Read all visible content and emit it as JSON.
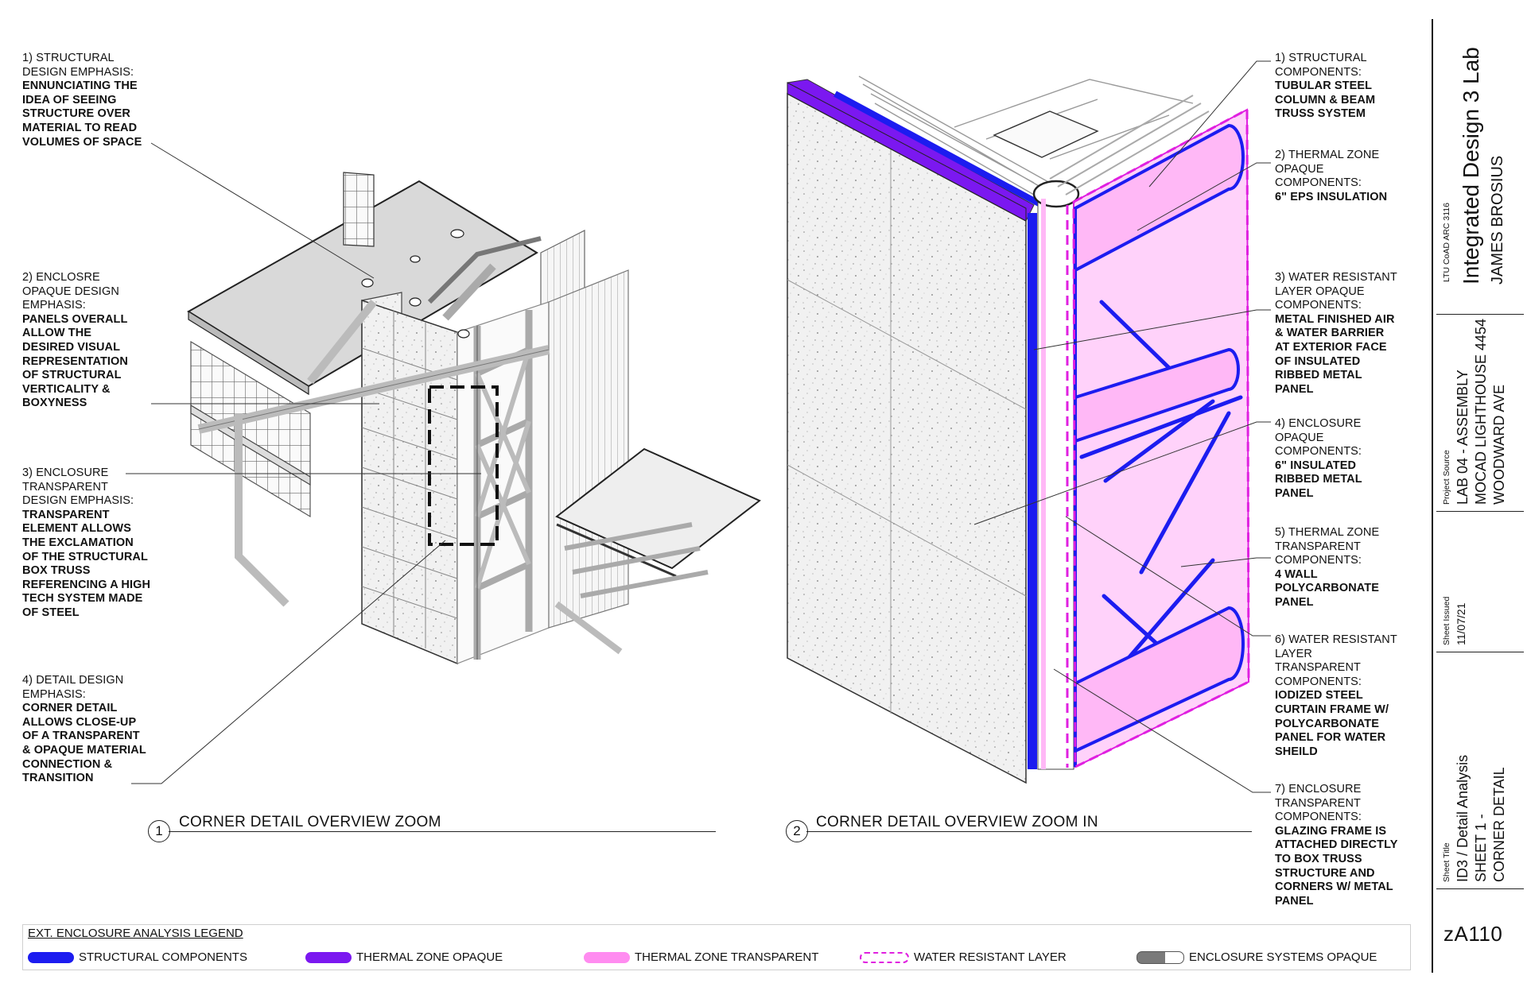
{
  "left_notes": [
    {
      "head": [
        "1) STRUCTURAL",
        "DESIGN EMPHASIS:"
      ],
      "body": [
        "ENNUNCIATING THE",
        "IDEA OF SEEING",
        "STRUCTURE OVER",
        "MATERIAL TO READ",
        "VOLUMES OF SPACE"
      ]
    },
    {
      "head": [
        "2) ENCLOSRE",
        "OPAQUE DESIGN",
        "EMPHASIS:"
      ],
      "body": [
        "PANELS OVERALL",
        "ALLOW THE",
        "DESIRED VISUAL",
        "REPRESENTATION",
        "OF STRUCTURAL",
        "VERTICALITY &",
        "BOXYNESS"
      ]
    },
    {
      "head": [
        "3) ENCLOSURE",
        "TRANSPARENT",
        "DESIGN EMPHASIS:"
      ],
      "body": [
        "TRANSPARENT",
        "ELEMENT ALLOWS",
        "THE EXCLAMATION",
        "OF THE STRUCTURAL",
        "BOX TRUSS",
        "REFERENCING A HIGH",
        "TECH SYSTEM MADE",
        "OF STEEL"
      ]
    },
    {
      "head": [
        "4) DETAIL DESIGN",
        "EMPHASIS:"
      ],
      "body": [
        "CORNER DETAIL",
        "ALLOWS CLOSE-UP",
        "OF A TRANSPARENT",
        "& OPAQUE MATERIAL",
        "CONNECTION &",
        "TRANSITION"
      ]
    }
  ],
  "right_notes": [
    {
      "head": [
        "1) STRUCTURAL",
        "COMPONENTS:"
      ],
      "body": [
        "TUBULAR STEEL",
        "COLUMN & BEAM",
        "TRUSS SYSTEM"
      ]
    },
    {
      "head": [
        "2) THERMAL ZONE",
        "OPAQUE",
        "COMPONENTS:"
      ],
      "body": [
        "6\" EPS INSULATION"
      ]
    },
    {
      "head": [
        "3) WATER RESISTANT",
        "LAYER OPAQUE",
        "COMPONENTS:"
      ],
      "body": [
        "METAL FINISHED AIR",
        "& WATER BARRIER",
        "AT EXTERIOR FACE",
        "OF INSULATED",
        "RIBBED METAL",
        "PANEL"
      ]
    },
    {
      "head": [
        "4) ENCLOSURE",
        "OPAQUE",
        "COMPONENTS:"
      ],
      "body": [
        "6\" INSULATED",
        "RIBBED METAL",
        "PANEL"
      ]
    },
    {
      "head": [
        "5) THERMAL ZONE",
        "TRANSPARENT",
        "COMPONENTS:"
      ],
      "body": [
        "4 WALL",
        "POLYCARBONATE",
        "PANEL"
      ]
    },
    {
      "head": [
        "6) WATER RESISTANT",
        "LAYER",
        "TRANSPARENT",
        "COMPONENTS:"
      ],
      "body": [
        "IODIZED STEEL",
        "CURTAIN FRAME W/",
        "POLYCARBONATE",
        "PANEL FOR WATER",
        "SHEILD"
      ]
    },
    {
      "head": [
        "7) ENCLOSURE",
        "TRANSPARENT",
        "COMPONENTS:"
      ],
      "body": [
        "GLAZING FRAME IS",
        "ATTACHED DIRECTLY",
        "TO BOX TRUSS",
        "STRUCTURE AND",
        "CORNERS W/ METAL",
        "PANEL"
      ]
    }
  ],
  "views": [
    {
      "number": "1",
      "label": "CORNER DETAIL OVERVIEW ZOOM"
    },
    {
      "number": "2",
      "label": "CORNER DETAIL OVERVIEW ZOOM IN"
    }
  ],
  "legend": {
    "title": "EXT. ENCLOSURE ANALYSIS LEGEND",
    "items": [
      {
        "label": "STRUCTURAL COMPONENTS",
        "color": "#1c1cf0"
      },
      {
        "label": "THERMAL ZONE OPAQUE",
        "color": "#7b18f0"
      },
      {
        "label": "THERMAL ZONE TRANSPARENT",
        "color": "#ff8cf0"
      },
      {
        "label": "WATER RESISTANT LAYER",
        "color": "#e020e0"
      },
      {
        "label": "ENCLOSURE SYSTEMS OPAQUE",
        "color": "#7a7a7a"
      }
    ]
  },
  "title_block": {
    "course": "LTU CoAD ARC 3116",
    "project_title": "Integrated Design 3 Lab",
    "author": "JAMES BROSIUS",
    "project_source_label": "Project Source",
    "project_source": [
      "LAB 04 - ASSEMBLY",
      "MOCAD LIGHTHOUSE 4454",
      "WOODWARD AVE"
    ],
    "sheet_issued_label": "Sheet Issued",
    "sheet_issued": "11/07/21",
    "sheet_title_label": "Sheet Title",
    "sheet_title": [
      "ID3 / Detail Analysis",
      "SHEET 1 -",
      "CORNER DETAIL"
    ],
    "sheet_number": "zA110"
  },
  "colors": {
    "structural": "#1c1cf0",
    "thermal_opaque": "#7b18f0",
    "thermal_transparent": "#ff8cf0",
    "water_resistant": "#e020e0",
    "enclosure_opaque": "#7a7a7a"
  }
}
